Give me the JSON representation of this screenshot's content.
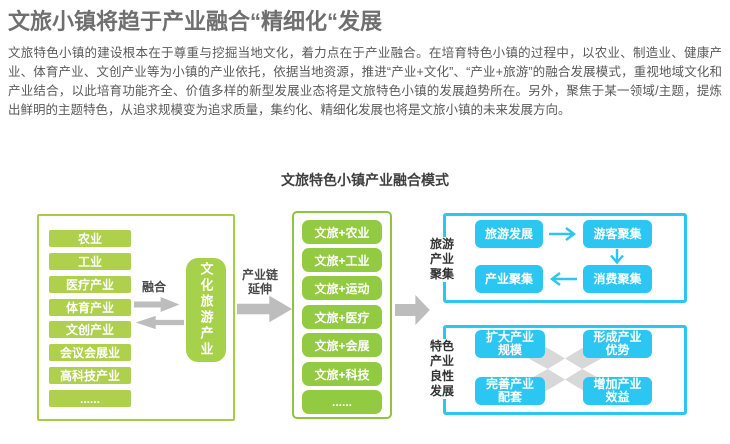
{
  "page": {
    "title": "文旅小镇将趋于产业融合“精细化“发展",
    "paragraph": "文旅特色小镇的建设根本在于尊重与挖掘当地文化，着力点在于产业融合。在培育特色小镇的过程中，以农业、制造业、健康产业、体育产业、文创产业等为小镇的产业依托，依据当地资源，推进“产业+文化”、“产业+旅游”的融合发展模式，重视地域文化和产业结合，以此培育功能齐全、价值多样的新型发展业态将是文旅特色小镇的发展趋势所在。另外，聚焦于某一领域/主题，提炼出鲜明的主题特色，从追求规模变为追求质量，集约化、精细化发展也将是文旅小镇的未来发展方向。"
  },
  "diagram": {
    "title": "文旅特色小镇产业融合模式",
    "source_industries": [
      "农业",
      "工业",
      "医疗产业",
      "体育产业",
      "文创产业",
      "会议会展业",
      "高科技产业",
      "......"
    ],
    "fusion_label": "融合",
    "core_industry": "文化旅游产业",
    "chain_label": "产业链\n延伸",
    "fusion_products": [
      "文旅+农业",
      "文旅+工业",
      "文旅+运动",
      "文旅+医疗",
      "文旅+会展",
      "文旅+科技",
      "......"
    ],
    "tourism_cluster": {
      "label": "旅游\n产业\n聚集",
      "node_development": "旅游发展",
      "node_visitors": "游客聚集",
      "node_consumption": "消费聚集",
      "node_industry": "产业聚集"
    },
    "healthy_development": {
      "label": "特色\n产业\n良性\n发展",
      "node_scale": "扩大产业\n规模",
      "node_advantage": "形成产业\n优势",
      "node_support": "完善产业\n配套",
      "node_benefit": "增加产业\n效益"
    },
    "colors": {
      "green_light": "#aed04c",
      "green": "#92ca41",
      "cyan": "#2cc6f2",
      "gray_arrow": "#bdbdbd"
    }
  }
}
